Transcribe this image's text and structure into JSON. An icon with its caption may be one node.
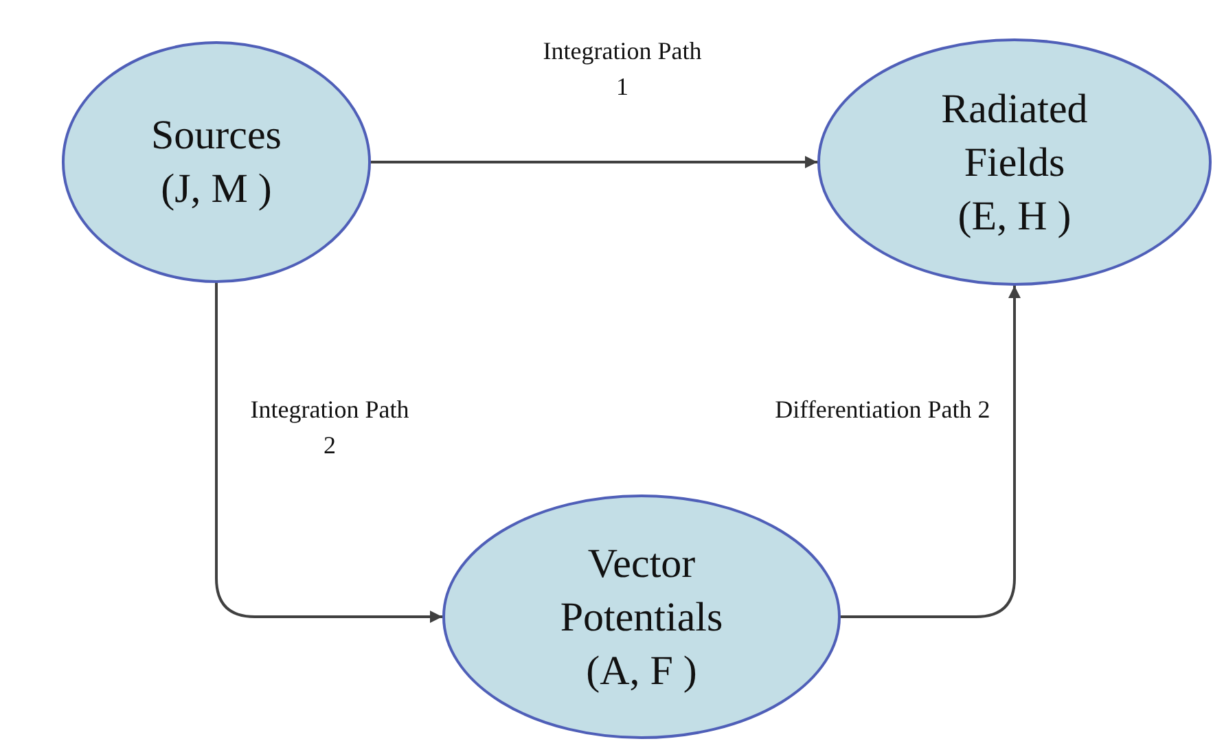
{
  "diagram": {
    "nodes": [
      {
        "text": [
          "Sources (J, M )"
        ]
      },
      {
        "text": [
          "Radiated Fields (E, H )"
        ]
      },
      {
        "text": [
          "Vector Potentials (A, F )"
        ]
      }
    ],
    "edges": [
      {
        "from": 0,
        "to": 1,
        "arrow": "to",
        "label": "Integration Path 1"
      },
      {
        "from": 0,
        "to": 2,
        "arrow": "to",
        "label": "Integration Path 2"
      },
      {
        "from": 2,
        "to": 1,
        "arrow": "to",
        "label": "Differentiation Path 2"
      }
    ]
  }
}
